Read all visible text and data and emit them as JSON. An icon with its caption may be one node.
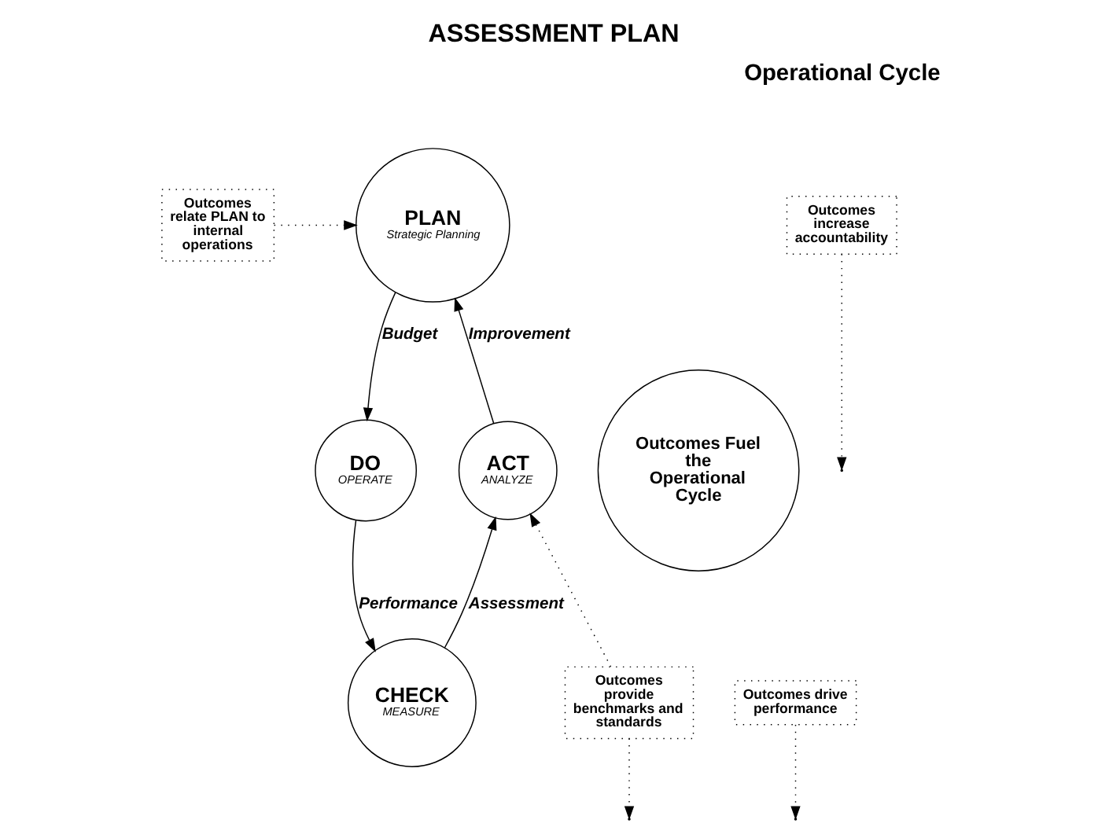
{
  "diagram": {
    "title": "ASSESSMENT PLAN",
    "nodes": [
      {
        "text": [
          "PLAN",
          "Strategic Planning"
        ]
      },
      {
        "text": [
          "DO",
          "OPERATE"
        ]
      },
      {
        "text": [
          "CHECK",
          "MEASURE"
        ]
      },
      {
        "text": [
          "ACT",
          "ANALYZE"
        ]
      },
      {
        "text": [
          "Outcomes Fuel the Operational Cycle"
        ]
      },
      {
        "text": [
          "Outcomes increase accountability"
        ]
      },
      {
        "text": [
          "Outcomes relate PLAN to internal operations"
        ]
      },
      {
        "text": [
          "Outcomes provide benchmarks and standards"
        ]
      },
      {
        "text": [
          "Outcomes drive performance"
        ]
      }
    ],
    "edges": [
      {
        "from": 0,
        "to": 1,
        "arrow": "to",
        "label": "Budget"
      },
      {
        "from": 1,
        "to": 2,
        "arrow": "to",
        "label": "Performance"
      },
      {
        "from": 2,
        "to": 3,
        "arrow": "to",
        "label": "Assessment"
      },
      {
        "from": 3,
        "to": 0,
        "arrow": "to",
        "label": "Improvement"
      },
      {
        "from": 6,
        "to": 0,
        "arrow": "to",
        "style": "dashed"
      },
      {
        "from": 5,
        "to": null,
        "arrow": "to",
        "style": "dashed"
      },
      {
        "from": 7,
        "to": 3,
        "arrow": "to",
        "style": "dashed"
      },
      {
        "from": 7,
        "to": null,
        "arrow": "to",
        "style": "dashed"
      },
      {
        "from": 8,
        "to": null,
        "arrow": "to",
        "style": "dashed"
      }
    ],
    "labels": [
      "Operational Cycle"
    ]
  }
}
